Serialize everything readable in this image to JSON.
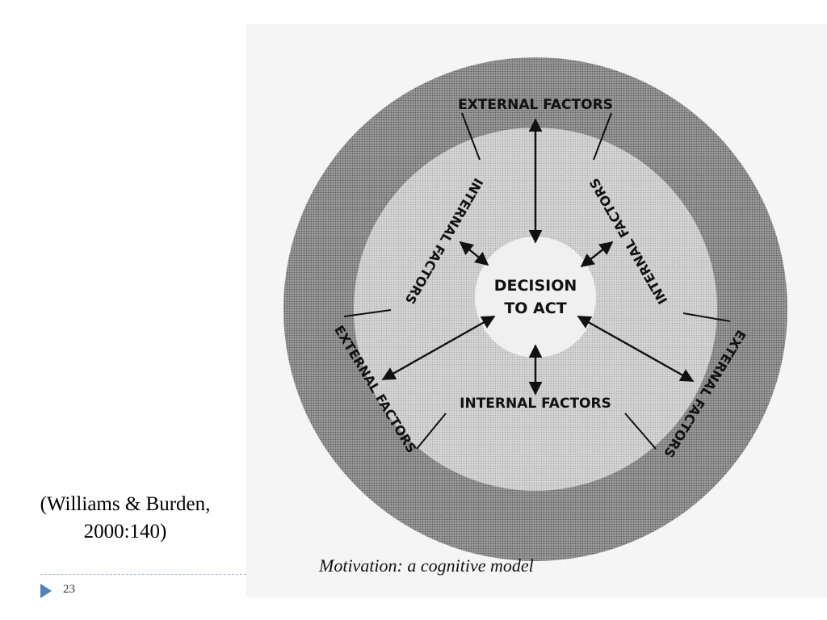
{
  "diagram": {
    "center_label_line1": "DECISION",
    "center_label_line2": "TO ACT",
    "external_factors_label": "EXTERNAL FACTORS",
    "internal_factors_label": "INTERNAL FACTORS",
    "caption": "Motivation: a cognitive model",
    "colors": {
      "outer_ring": "#8a8a8a",
      "middle_ring": "#c2c2c2",
      "center": "#f2f2f2",
      "lines": "#111111"
    }
  },
  "citation": {
    "line1": "(Williams & Burden,",
    "line2": "2000:140)"
  },
  "footer": {
    "slide_number": "23"
  }
}
